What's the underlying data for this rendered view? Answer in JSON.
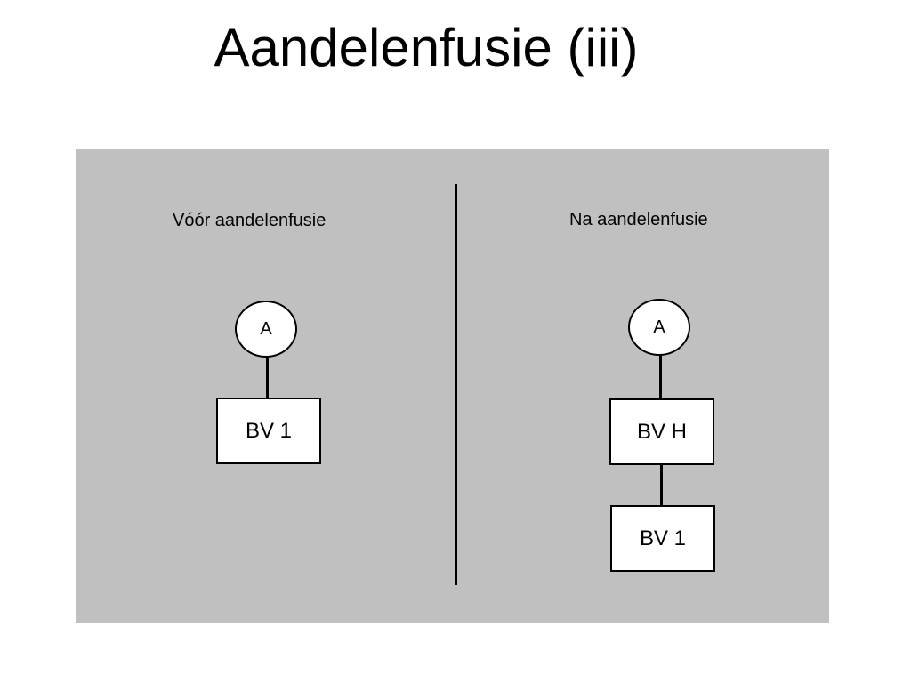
{
  "title": "Aandelenfusie (iii)",
  "before": {
    "heading": "Vóór aandelenfusie",
    "shareholder": "A",
    "company": "BV 1"
  },
  "after": {
    "heading": "Na aandelenfusie",
    "shareholder": "A",
    "holding": "BV H",
    "subsidiary": "BV 1"
  },
  "colors": {
    "panel_background": "#c0c0c0",
    "node_fill": "#ffffff",
    "stroke": "#000000"
  }
}
